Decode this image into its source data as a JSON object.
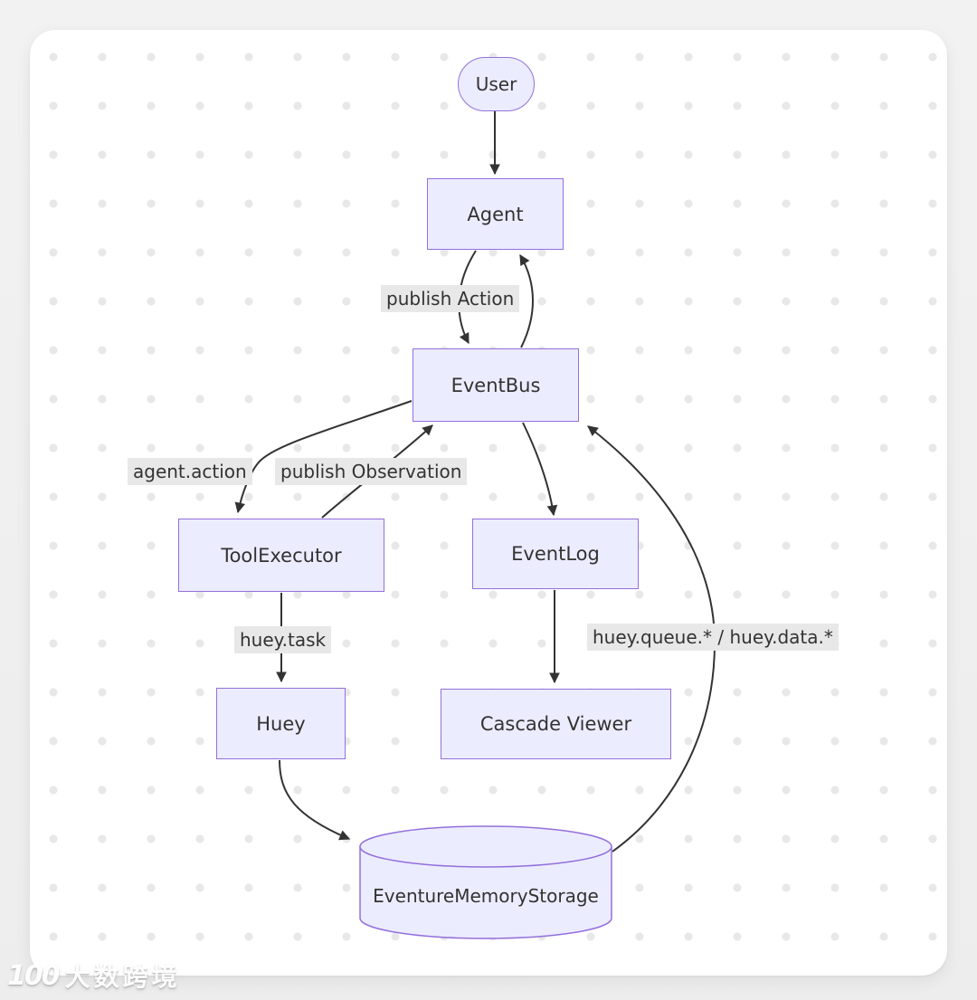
{
  "diagram": {
    "type": "flowchart",
    "direction": "top-down",
    "nodes": {
      "user": {
        "label": "User",
        "shape": "stadium"
      },
      "agent": {
        "label": "Agent",
        "shape": "rect"
      },
      "eventbus": {
        "label": "EventBus",
        "shape": "rect"
      },
      "toolexecutor": {
        "label": "ToolExecutor",
        "shape": "rect"
      },
      "eventlog": {
        "label": "EventLog",
        "shape": "rect"
      },
      "huey": {
        "label": "Huey",
        "shape": "rect"
      },
      "cascade_viewer": {
        "label": "Cascade Viewer",
        "shape": "rect"
      },
      "storage": {
        "label": "EventureMemoryStorage",
        "shape": "cylinder"
      }
    },
    "edges": [
      {
        "from": "User",
        "to": "Agent",
        "label": ""
      },
      {
        "from": "Agent",
        "to": "EventBus",
        "label": "publish Action"
      },
      {
        "from": "EventBus",
        "to": "Agent",
        "label": ""
      },
      {
        "from": "EventBus",
        "to": "ToolExecutor",
        "label": "agent.action"
      },
      {
        "from": "ToolExecutor",
        "to": "EventBus",
        "label": "publish Observation"
      },
      {
        "from": "EventBus",
        "to": "EventLog",
        "label": ""
      },
      {
        "from": "ToolExecutor",
        "to": "Huey",
        "label": "huey.task"
      },
      {
        "from": "EventLog",
        "to": "Cascade Viewer",
        "label": ""
      },
      {
        "from": "Huey",
        "to": "EventureMemoryStorage",
        "label": ""
      },
      {
        "from": "EventureMemoryStorage",
        "to": "EventBus",
        "label": "huey.queue.* / huey.data.*"
      }
    ],
    "edge_labels": {
      "publish_action": "publish Action",
      "agent_action": "agent.action",
      "publish_observation": "publish Observation",
      "huey_task": "huey.task",
      "huey_queue": "huey.queue.* / huey.data.*"
    },
    "colors": {
      "node_fill": "#ECECFF",
      "node_border": "#9370DB",
      "edge_line": "#333333",
      "edge_label_bg": "#e8e8e8",
      "text": "#333333",
      "card_bg": "#ffffff",
      "page_bg": "#ededed",
      "dot_grid": "#e8e8e8"
    }
  },
  "watermark": {
    "logo": "100",
    "text": "大数跨境"
  }
}
